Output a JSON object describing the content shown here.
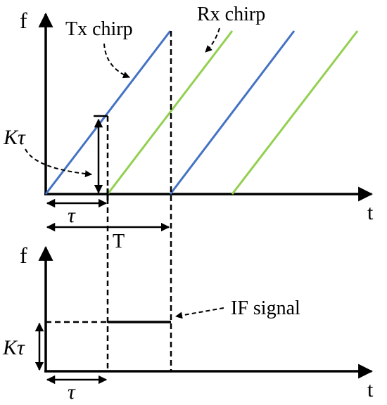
{
  "top_plot": {
    "y_label": "f",
    "x_label": "t",
    "tx_label": "Tx chirp",
    "rx_label": "Rx chirp",
    "k_tau_label": "Kτ",
    "tau_label": "τ",
    "period_label": "T"
  },
  "bottom_plot": {
    "y_label": "f",
    "x_label": "t",
    "k_tau_label": "Kτ",
    "tau_label": "τ",
    "if_label": "IF signal"
  },
  "colors": {
    "tx": "#4472C4",
    "rx": "#92D050",
    "ink": "#000000"
  }
}
